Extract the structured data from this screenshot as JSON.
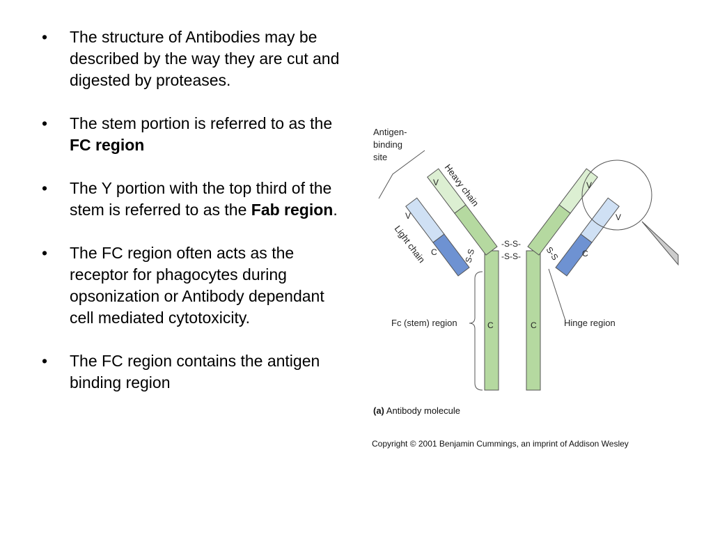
{
  "bullets": [
    {
      "pre": "The structure of Antibodies may be described by the way they are cut and digested by proteases.",
      "bold": "",
      "post": ""
    },
    {
      "pre": "The stem portion is referred to as the ",
      "bold": "FC region",
      "post": ""
    },
    {
      "pre": "The Y portion with the top third of the stem is referred to as the ",
      "bold": "Fab region",
      "post": "."
    },
    {
      "pre": "The FC region often acts as the receptor for phagocytes during opsonization or Antibody dependant cell mediated cytotoxicity.",
      "bold": "",
      "post": ""
    },
    {
      "pre": " The FC region contains the antigen binding region",
      "bold": "",
      "post": ""
    }
  ],
  "bullet_char": "•",
  "diagram": {
    "labels": {
      "antigen_site_1": "Antigen-",
      "antigen_site_2": "binding",
      "antigen_site_3": "site",
      "heavy_chain": "Heavy chain",
      "light_chain": "Light chain",
      "fc_region": "Fc (stem) region",
      "hinge_region": "Hinge region",
      "v": "V",
      "c": "C",
      "ss": "S-S",
      "ss_rev": "-S-S-"
    },
    "caption_prefix": "(a)",
    "caption": " Antibody molecule",
    "copyright": "Copyright © 2001 Benjamin Cummings, an imprint of Addison Wesley",
    "colors": {
      "heavy_light_green": "#dcefd2",
      "heavy_green": "#b5d9a0",
      "light_blue_pale": "#cfe0f4",
      "light_blue": "#6e92d2",
      "outline": "#555555"
    }
  }
}
